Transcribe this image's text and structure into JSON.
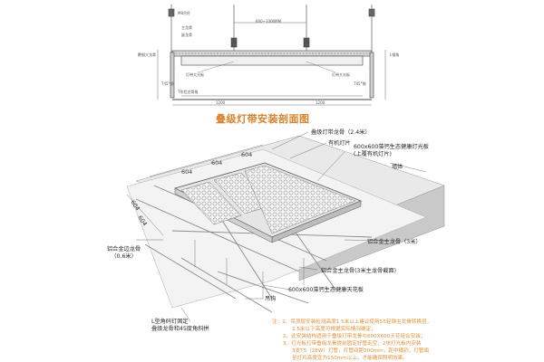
{
  "section": {
    "title": "叠级灯带安装剖面图",
    "labels": {
      "rod": "M8吊杆",
      "main_keel": "主龙骨",
      "cross_keel": "副龙骨",
      "wall_keel": "覆钢大龙骨",
      "angle": "L钢角",
      "light_left": "灯带大光板",
      "light_right": "灯带大光板",
      "edge_left": "T45°钢",
      "edge_right": "T45°钢",
      "bottom_note": "T形铝龙骨角",
      "dim_top": "600~1000MM",
      "dim_left": "1200",
      "dim_right": "1200"
    }
  },
  "iso": {
    "labels": {
      "keel_main": "叠级灯带龙骨（2.4米）",
      "light_frame": "有机灯片",
      "panel": "600x600藻钙生态健康灯光板\n(上覆有机灯片)",
      "wall": "墙体",
      "edge_keel_right": "铝合金主龙骨（3米）",
      "edge_keel_left": "铝合金边龙骨\n（0.6米）",
      "main_keel_bottom": "铝合金主龙骨(3米主龙骨截面)",
      "ceiling_panel": "600x600藻钙生态健康天花板",
      "hanger": "吊钩",
      "clip": "L型角码钉固定\n叠级龙骨和45度角斜拼"
    },
    "dims": {
      "d1": "604",
      "d2": "604",
      "d3": "604",
      "side1": "604",
      "side2": "604"
    }
  },
  "notes": {
    "lines": [
      "注：1、吊顶层安装检测高度1.5米以上建议使用55轻钢主龙骨转换层，",
      "1.5米以下高度可根据实际情况确定；",
      "2、此安装结构适用于叠级灯带龙骨与600X600天花组合安装；",
      "3、灯光板灯带叠级龙骨提前固定好管走空，2块灯光板内安装",
      "3支T5（28W）灯管，灯管间距200mm，距中横钓，灯管面",
      "至灯片高度宜为150mm以上，才能确保照明效果。"
    ]
  }
}
